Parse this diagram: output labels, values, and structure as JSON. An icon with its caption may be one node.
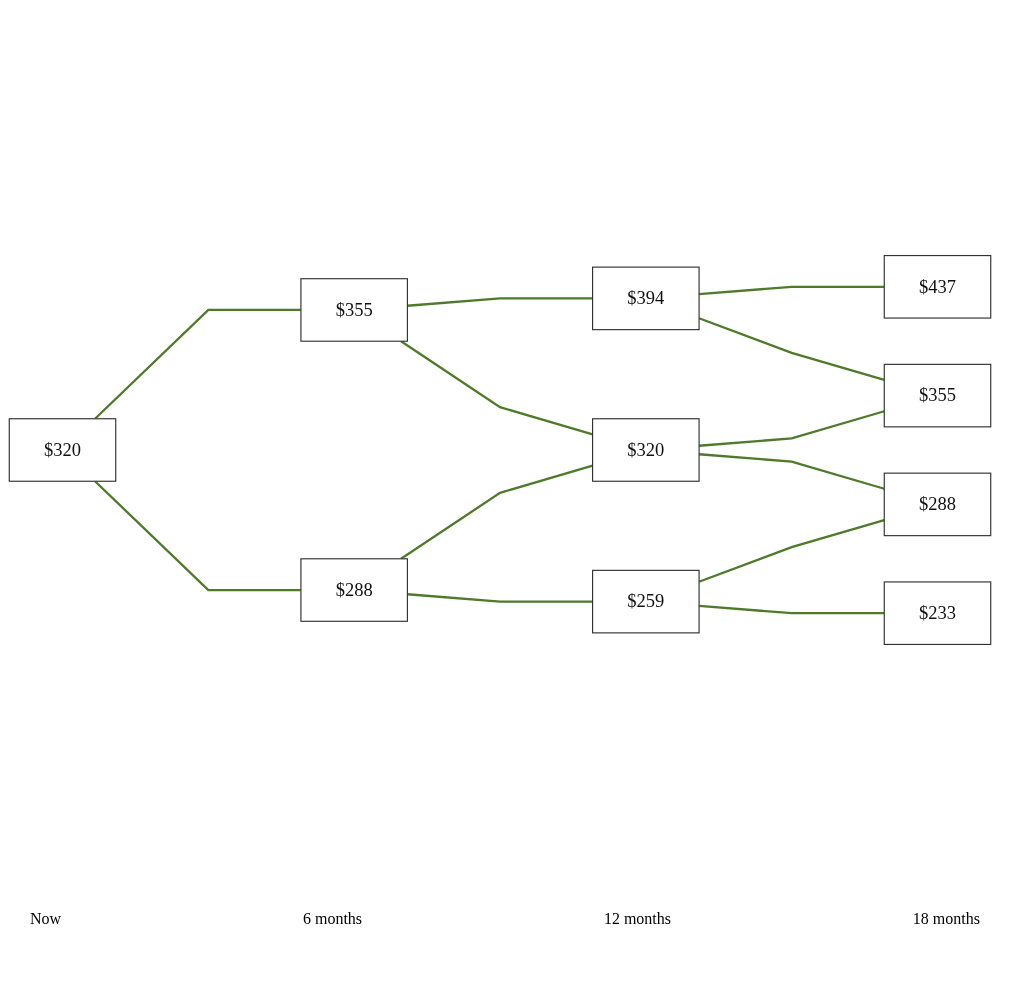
{
  "diagram": {
    "nodes": [
      {
        "text": [
          "$320"
        ]
      },
      {
        "text": [
          "$355"
        ]
      },
      {
        "text": [
          "$288"
        ]
      },
      {
        "text": [
          "$394"
        ]
      },
      {
        "text": [
          "$320"
        ]
      },
      {
        "text": [
          "$259"
        ]
      },
      {
        "text": [
          "$437"
        ]
      },
      {
        "text": [
          "$355"
        ]
      },
      {
        "text": [
          "$288"
        ]
      },
      {
        "text": [
          "$233"
        ]
      }
    ],
    "edges": [
      {
        "from": 0,
        "to": 1,
        "arrow": "none"
      },
      {
        "from": 0,
        "to": 2,
        "arrow": "none"
      },
      {
        "from": 1,
        "to": 3,
        "arrow": "none"
      },
      {
        "from": 1,
        "to": 4,
        "arrow": "none"
      },
      {
        "from": 2,
        "to": 4,
        "arrow": "none"
      },
      {
        "from": 2,
        "to": 5,
        "arrow": "none"
      },
      {
        "from": 3,
        "to": 6,
        "arrow": "none"
      },
      {
        "from": 3,
        "to": 7,
        "arrow": "none"
      },
      {
        "from": 4,
        "to": 7,
        "arrow": "none"
      },
      {
        "from": 4,
        "to": 8,
        "arrow": "none"
      },
      {
        "from": 5,
        "to": 8,
        "arrow": "none"
      },
      {
        "from": 5,
        "to": 9,
        "arrow": "none"
      }
    ],
    "labels": [
      "Now",
      "6 months",
      "12 months",
      "18 months"
    ]
  }
}
